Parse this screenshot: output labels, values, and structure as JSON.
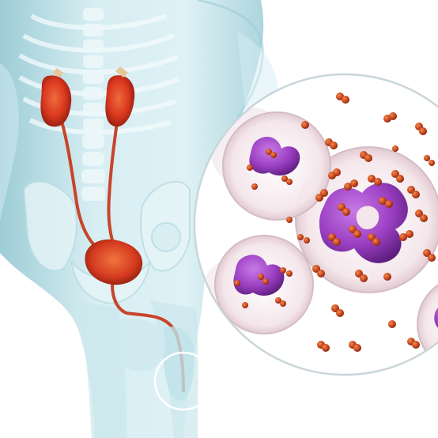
{
  "illustration": {
    "subject": "medical-illustration-urinary-tract-with-bacteria-inset",
    "palette": {
      "background": "#ffffff",
      "body_translucent": "#bfe3ea",
      "body_shadow": "#7fb7c4",
      "skeleton": "#eaf6f9",
      "organ_red": "#d8371f",
      "organ_dark": "#8e1d0e",
      "ureter": "#c8442a",
      "adrenal": "#e6c79a",
      "cell_membrane": "#e9d9df",
      "nucleus_purple": "#9b3fc2",
      "bacteria": "#c9461f",
      "inset_ring": "#c9d6da"
    },
    "icons": [
      "kidney-left",
      "kidney-right",
      "bladder",
      "urethra",
      "neutrophil",
      "bacterium"
    ]
  }
}
